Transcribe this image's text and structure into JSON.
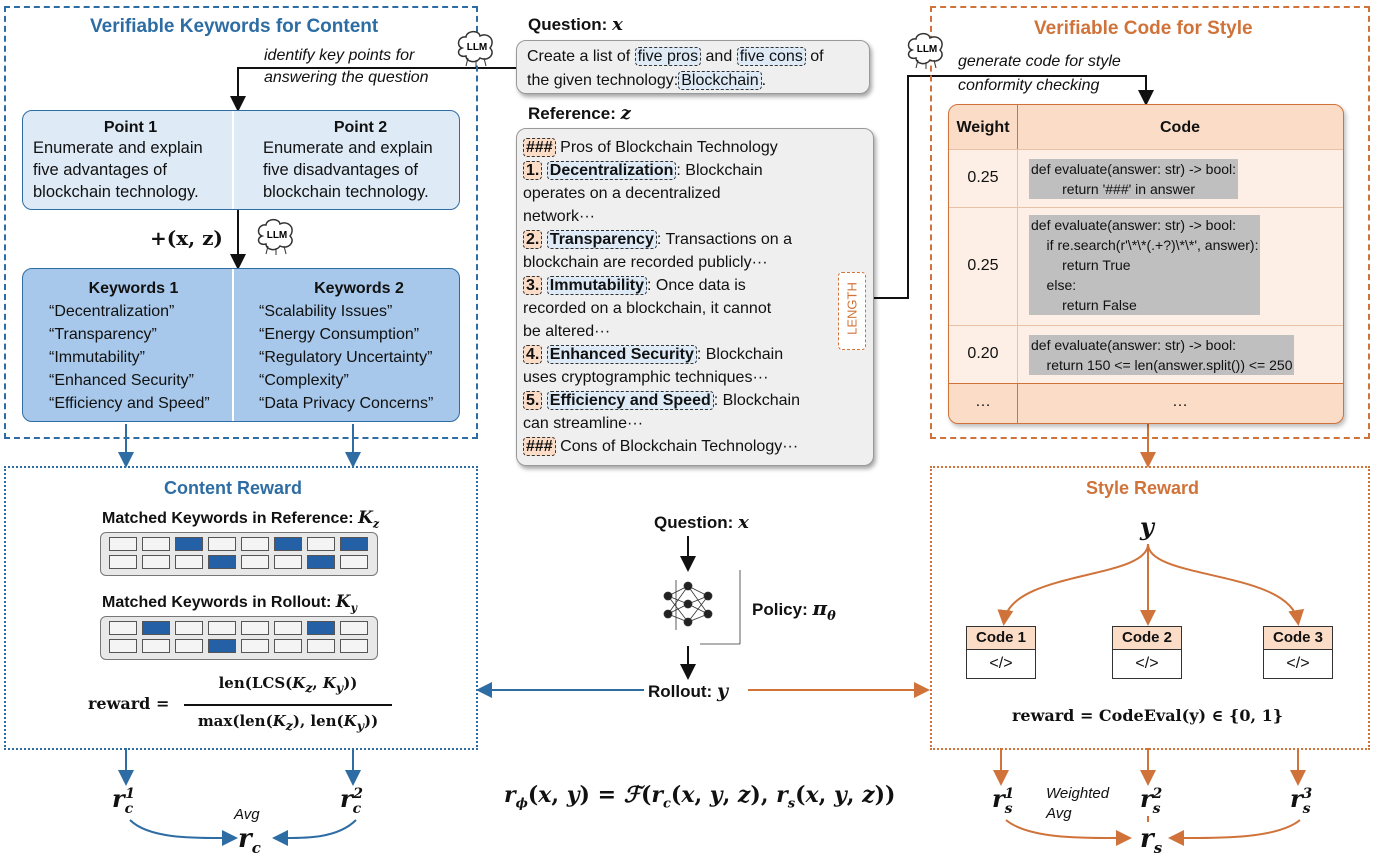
{
  "left_panel": {
    "title": "Verifiable Keywords for Content",
    "instruction": [
      "identify key points for",
      "answering the question"
    ],
    "points": [
      {
        "title": "Point 1",
        "lines": [
          "Enumerate and explain",
          "five advantages of",
          "blockchain technology."
        ]
      },
      {
        "title": "Point 2",
        "lines": [
          "Enumerate and explain",
          "five disadvantages of",
          "blockchain technology."
        ]
      }
    ],
    "plus_label": "+(x, z)",
    "keywords": [
      {
        "title": "Keywords 1",
        "items": [
          "“Decentralization”",
          "“Transparency”",
          "“Immutability”",
          "“Enhanced Security”",
          "“Efficiency and Speed”"
        ]
      },
      {
        "title": "Keywords 2",
        "items": [
          "“Scalability Issues”",
          "“Energy Consumption”",
          "“Regulatory Uncertainty”",
          "“Complexity”",
          "“Data Privacy Concerns”"
        ]
      }
    ]
  },
  "llm_label": "LLM",
  "question": {
    "label": "Question:",
    "var": "x",
    "text_parts": [
      "Create a list of",
      "five pros",
      "and",
      "five cons",
      "of",
      "the given technology:",
      "Blockchain",
      "."
    ]
  },
  "reference": {
    "label": "Reference:",
    "var": "z",
    "lines": [
      {
        "tag": "###",
        "rest": "Pros of Blockchain Technology"
      },
      {
        "tag": "1.",
        "kw": "Decentralization",
        "rest": ": Blockchain"
      },
      {
        "text": "operates on a decentralized"
      },
      {
        "text": "network···"
      },
      {
        "tag": "2.",
        "kw": "Transparency",
        "rest": ": Transactions on a"
      },
      {
        "text": "blockchain are recorded publicly···"
      },
      {
        "tag": "3.",
        "kw": "Immutability",
        "rest": ": Once data is"
      },
      {
        "text": "recorded on a blockchain, it cannot"
      },
      {
        "text": "be altered···"
      },
      {
        "tag": "4.",
        "kw": "Enhanced Security",
        "rest": ": Blockchain"
      },
      {
        "text": "uses cryptogramphic techniques···"
      },
      {
        "tag": "5.",
        "kw": "Efficiency and Speed",
        "rest": ": Blockchain"
      },
      {
        "text": "can streamline···"
      },
      {
        "tag": "###",
        "rest": "Cons of Blockchain Technology···"
      }
    ],
    "length_label": "LENGTH"
  },
  "right_panel": {
    "title": "Verifiable Code for Style",
    "instruction": [
      "generate code for style",
      "conformity checking"
    ],
    "table": {
      "headers": [
        "Weight",
        "Code"
      ],
      "rows": [
        {
          "weight": "0.25",
          "code": "def evaluate(answer: str) -> bool:\n        return '###' in answer"
        },
        {
          "weight": "0.25",
          "code": "def evaluate(answer: str) -> bool:\n    if re.search(r'\\*\\*(.+?)\\*\\*', answer):\n        return True\n    else:\n        return False"
        },
        {
          "weight": "0.20",
          "code": "def evaluate(answer: str) -> bool:\n    return 150 <= len(answer.split()) <= 250"
        },
        {
          "weight": "…",
          "code": "…"
        }
      ]
    }
  },
  "content_reward": {
    "title": "Content Reward",
    "ref_label": "Matched Keywords in Reference:",
    "ref_var": "Kz",
    "roll_label": "Matched Keywords in Rollout:",
    "roll_var": "Ky",
    "grid_ref": [
      [
        0,
        0,
        1,
        0,
        0,
        1,
        0,
        1
      ],
      [
        0,
        0,
        0,
        1,
        0,
        0,
        1,
        0
      ]
    ],
    "grid_roll": [
      [
        0,
        1,
        0,
        0,
        0,
        0,
        1,
        0
      ],
      [
        0,
        0,
        0,
        1,
        0,
        0,
        0,
        0
      ]
    ],
    "formula_lhs": "reward =",
    "numerator": "len(LCS(Kz, Ky))",
    "denominator": "max(len(Kz), len(Ky))",
    "rc1": "r",
    "rc2": "r",
    "avg": "Avg",
    "rc": "r"
  },
  "policy": {
    "question_label": "Question:",
    "question_var": "x",
    "policy_label": "Policy:",
    "policy_var": "π",
    "rollout_label": "Rollout:",
    "rollout_var": "y"
  },
  "style_reward": {
    "title": "Style Reward",
    "y": "y",
    "codes": [
      {
        "label": "Code 1",
        "body": "</>"
      },
      {
        "label": "Code 2",
        "body": "</>"
      },
      {
        "label": "Code 3",
        "body": "</>"
      }
    ],
    "formula_lhs": "reward =",
    "formula_rhs": "CodeEval(y) ∈ {0, 1}",
    "rs": "r",
    "weighted": [
      "Weighted",
      "Avg"
    ]
  },
  "overall_formula": "rϕ(x, y) = ℱ(rc(x, y, z), rs(x, y, z))",
  "colors": {
    "blue": "#2e6da4",
    "orange": "#d0733a",
    "cell_on": "#2360a5"
  }
}
